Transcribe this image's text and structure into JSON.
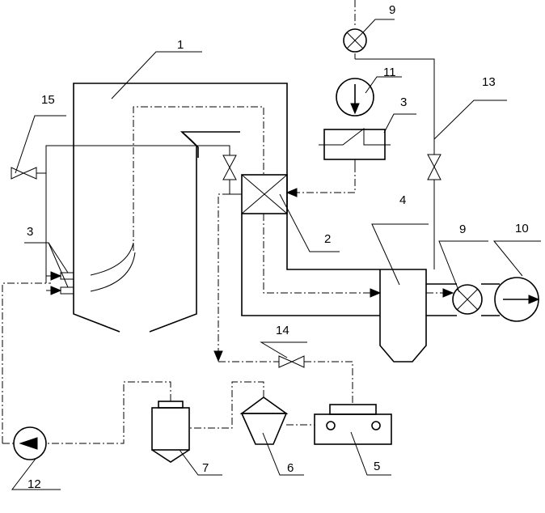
{
  "labels": {
    "n1": "1",
    "n2": "2",
    "n3_top": "3",
    "n3_left": "3",
    "n4": "4",
    "n5": "5",
    "n6": "6",
    "n7": "7",
    "n9_top": "9",
    "n9_right": "9",
    "n10": "10",
    "n11": "11",
    "n12": "12",
    "n13": "13",
    "n14": "14",
    "n15": "15"
  }
}
